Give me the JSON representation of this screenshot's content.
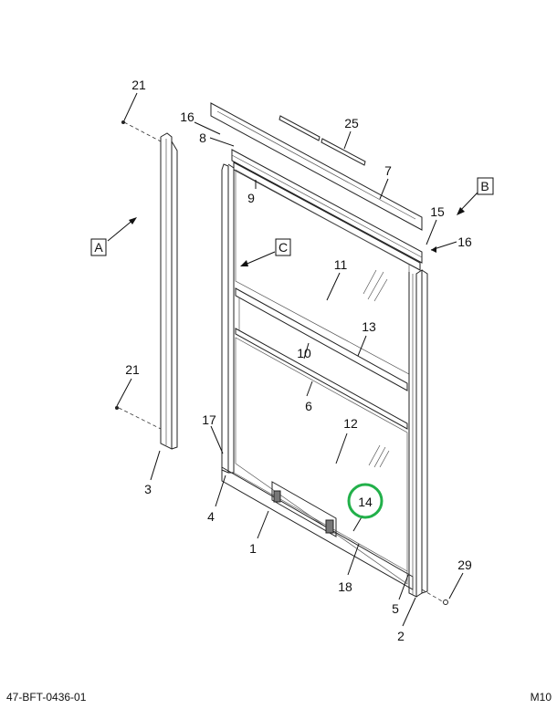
{
  "callouts": {
    "c21a": "21",
    "c16a": "16",
    "c8": "8",
    "c25": "25",
    "c7": "7",
    "c9": "9",
    "c15": "15",
    "c16b": "16",
    "c11": "11",
    "c13": "13",
    "c10": "10",
    "c21b": "21",
    "c6": "6",
    "c17": "17",
    "c12": "12",
    "c3": "3",
    "c14": "14",
    "c4": "4",
    "c1": "1",
    "c29": "29",
    "c18": "18",
    "c5": "5",
    "c2": "2"
  },
  "view_labels": {
    "a": "A",
    "b": "B",
    "c": "C"
  },
  "highlight": {
    "callout": "14",
    "color": "#22b04a"
  },
  "footer": {
    "drawing_number": "47-BFT-0436-01",
    "sheet": "M10"
  }
}
